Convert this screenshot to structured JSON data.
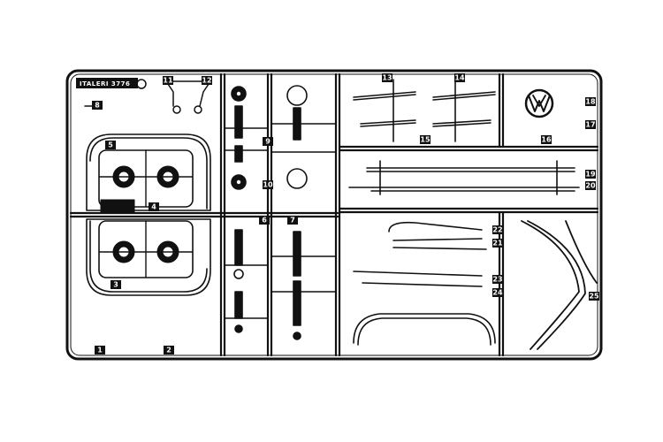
{
  "sprue": {
    "maker_plate": "ITALERI 3776",
    "logo": "VW",
    "part_numbers": [
      "1",
      "2",
      "3",
      "4",
      "5",
      "6",
      "7",
      "8",
      "9",
      "10",
      "11",
      "12",
      "13",
      "14",
      "15",
      "16",
      "17",
      "18",
      "19",
      "20",
      "21",
      "22",
      "23",
      "24",
      "25"
    ]
  }
}
